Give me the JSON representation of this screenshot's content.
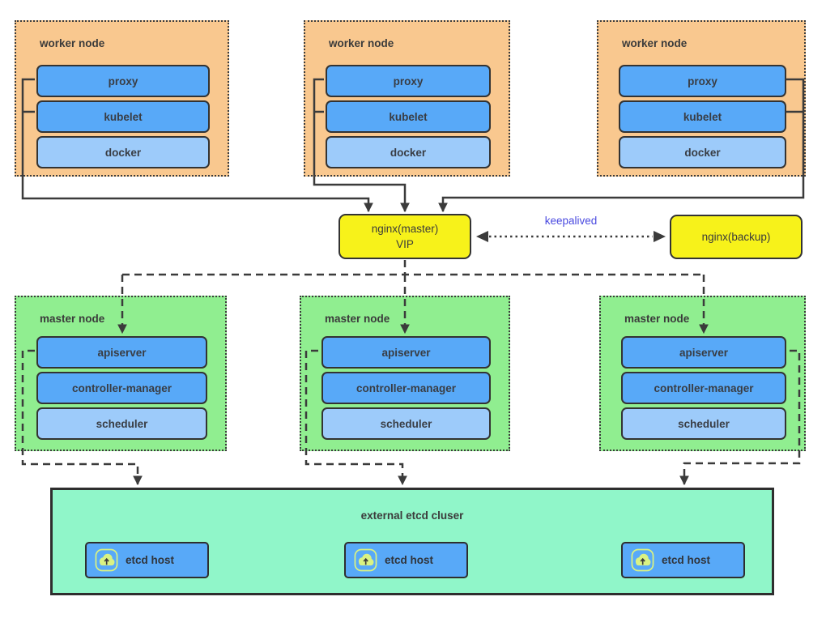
{
  "diagram": {
    "workers": [
      {
        "title": "worker node",
        "components": [
          {
            "label": "proxy",
            "tone": "blue"
          },
          {
            "label": "kubelet",
            "tone": "blue"
          },
          {
            "label": "docker",
            "tone": "light"
          }
        ]
      },
      {
        "title": "worker node",
        "components": [
          {
            "label": "proxy",
            "tone": "blue"
          },
          {
            "label": "kubelet",
            "tone": "blue"
          },
          {
            "label": "docker",
            "tone": "light"
          }
        ]
      },
      {
        "title": "worker node",
        "components": [
          {
            "label": "proxy",
            "tone": "blue"
          },
          {
            "label": "kubelet",
            "tone": "blue"
          },
          {
            "label": "docker",
            "tone": "light"
          }
        ]
      }
    ],
    "load_balancer": {
      "master_line1": "nginx(master)",
      "master_line2": "VIP",
      "backup_label": "nginx(backup)",
      "link_label": "keepalived"
    },
    "masters": [
      {
        "title": "master node",
        "components": [
          {
            "label": "apiserver",
            "tone": "blue"
          },
          {
            "label": "controller-manager",
            "tone": "blue"
          },
          {
            "label": "scheduler",
            "tone": "light"
          }
        ]
      },
      {
        "title": "master node",
        "components": [
          {
            "label": "apiserver",
            "tone": "blue"
          },
          {
            "label": "controller-manager",
            "tone": "blue"
          },
          {
            "label": "scheduler",
            "tone": "light"
          }
        ]
      },
      {
        "title": "master node",
        "components": [
          {
            "label": "apiserver",
            "tone": "blue"
          },
          {
            "label": "controller-manager",
            "tone": "blue"
          },
          {
            "label": "scheduler",
            "tone": "light"
          }
        ]
      }
    ],
    "etcd_cluster": {
      "title": "external etcd cluser",
      "hosts": [
        {
          "label": "etcd host",
          "icon": "cloud-upload-icon"
        },
        {
          "label": "etcd host",
          "icon": "cloud-upload-icon"
        },
        {
          "label": "etcd host",
          "icon": "cloud-upload-icon"
        }
      ]
    },
    "connections": [
      {
        "from": "worker node proxy/kubelet",
        "to": "nginx(master) VIP",
        "style": "solid-arrow"
      },
      {
        "from": "nginx(master) VIP",
        "to": "master node apiserver",
        "style": "dashed-arrow"
      },
      {
        "from": "master node apiserver",
        "to": "external etcd cluser",
        "style": "dashed-arrow"
      },
      {
        "from": "nginx(master) VIP",
        "to": "nginx(backup)",
        "style": "dotted-double-arrow",
        "label": "keepalived"
      }
    ],
    "colors": {
      "worker_fill": "#f9c88f",
      "master_fill": "#90ee90",
      "etcd_cluster_fill": "#90f6c9",
      "component_blue": "#58a9f8",
      "component_light_blue": "#9dcbfa",
      "nginx_yellow": "#f7f21a",
      "etcd_icon_green": "#d9f283",
      "keepalived_text": "#4a4ae0",
      "line_dark": "#3b3b3b"
    }
  }
}
